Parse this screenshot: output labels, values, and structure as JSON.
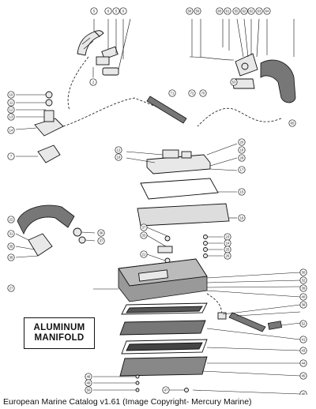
{
  "diagram_stamp": {
    "line1": "ALUMINUM",
    "line2": "MANIFOLD"
  },
  "caption": "European Marine Catalog v1.61 (Image Copyright- Mercury Marine)",
  "callouts": [
    "5",
    "6",
    "5",
    "6",
    "2",
    "58",
    "59",
    "60",
    "61",
    "55",
    "62",
    "62",
    "63",
    "64",
    "53",
    "65",
    "71",
    "72",
    "70",
    "10",
    "11",
    "12",
    "13",
    "14",
    "7",
    "12",
    "19",
    "20",
    "18",
    "28",
    "17",
    "15",
    "16",
    "22",
    "31",
    "35",
    "36",
    "37",
    "38",
    "37",
    "33",
    "21",
    "23",
    "24",
    "25",
    "26",
    "27",
    "30",
    "32",
    "39",
    "40",
    "38",
    "52",
    "41",
    "43",
    "44",
    "45",
    "46",
    "47",
    "48",
    "49",
    "50",
    "51"
  ]
}
